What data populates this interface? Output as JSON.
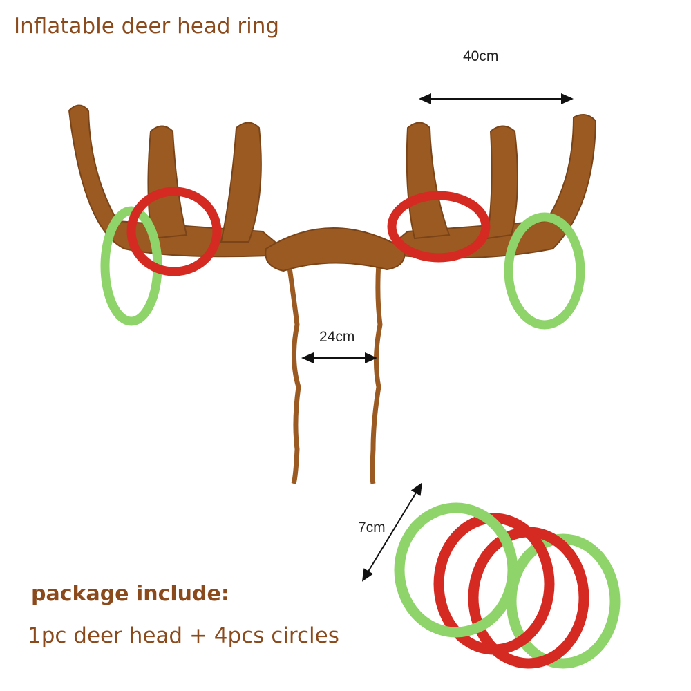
{
  "title": "Inflatable deer head ring",
  "dimensions": {
    "width": "40cm",
    "strap": "24cm",
    "ring": "7cm"
  },
  "package": {
    "heading": "package include:",
    "contents": "1pc deer head + 4pcs circles"
  },
  "colors": {
    "text": "#8b4a1c",
    "antler": "#9a5a22",
    "red_ring": "#d42a22",
    "green_ring": "#8fd46a"
  }
}
